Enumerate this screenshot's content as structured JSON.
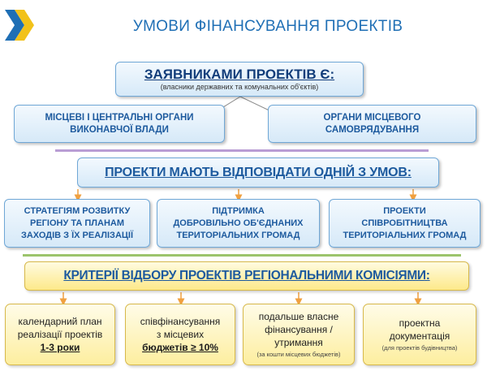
{
  "header": {
    "title": "УМОВИ ФІНАНСУВАННЯ ПРОЕКТІВ",
    "logo_icon": "chevrons-logo-icon"
  },
  "applicants": {
    "title": "ЗАЯВНИКАМИ ПРОЕКТІВ Є:",
    "subtitle": "(власники державних та комунальних об'єктів)",
    "items": [
      {
        "line1": "МІСЦЕВІ І ЦЕНТРАЛЬНІ ОРГАНИ",
        "line2": "ВИКОНАВЧОЇ ВЛАДИ"
      },
      {
        "line1": "ОРГАНИ МІСЦЕВОГО",
        "line2": "САМОВРЯДУВАННЯ"
      }
    ]
  },
  "conditions": {
    "title": "ПРОЕКТИ МАЮТЬ ВІДПОВІДАТИ ОДНІЙ З УМОВ:",
    "items": [
      {
        "line1": "СТРАТЕГІЯМ РОЗВИТКУ",
        "line2": "РЕГІОНУ ТА ПЛАНАМ",
        "line3": "ЗАХОДІВ З ЇХ РЕАЛІЗАЦІЇ"
      },
      {
        "line1": "ПІДТРИМКА",
        "line2": "ДОБРОВІЛЬНО ОБ'ЄДНАНИХ",
        "line3": "ТЕРИТОРІАЛЬНИХ ГРОМАД"
      },
      {
        "line1": "ПРОЕКТИ",
        "line2": "СПІВРОБІТНИЦТВА",
        "line3": "ТЕРИТОРІАЛЬНИХ ГРОМАД"
      }
    ]
  },
  "criteria": {
    "title": "КРИТЕРІЇ ВІДБОРУ ПРОЕКТІВ РЕГІОНАЛЬНИМИ КОМІСІЯМИ:",
    "items": [
      {
        "line1": "календарний план",
        "line2": "реалізації проектів",
        "highlight": "1-3 роки",
        "note": ""
      },
      {
        "line1": "співфінансування",
        "line2": "з місцевих",
        "highlight": "бюджетів ≥ 10%",
        "note": ""
      },
      {
        "line1": "подальше власне",
        "line2": "фінансування /",
        "highlight": "утримання",
        "note": "(за кошти місцевих бюджетів)"
      },
      {
        "line1": "проектна",
        "line2": "документація",
        "highlight": "",
        "note": "(для проектів будівництва)"
      }
    ]
  },
  "colors": {
    "title": "#1f6fb5",
    "box_blue": "#d6e9f8",
    "box_yellow": "#fde98a",
    "arrow_orange": "#f0a040",
    "divider_purple": "#b99dd4",
    "divider_green": "#9cc46c"
  }
}
